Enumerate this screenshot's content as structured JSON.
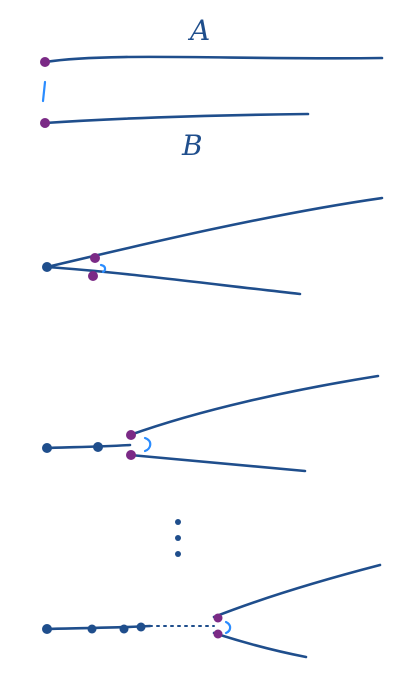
{
  "labels": {
    "top": "A",
    "bottom": "B",
    "separator": "l"
  },
  "colors": {
    "line": "#1f4e8c",
    "purple_dot": "#7b2a86",
    "blue_dot": "#1f4e8c",
    "accent": "#2a8cff"
  }
}
